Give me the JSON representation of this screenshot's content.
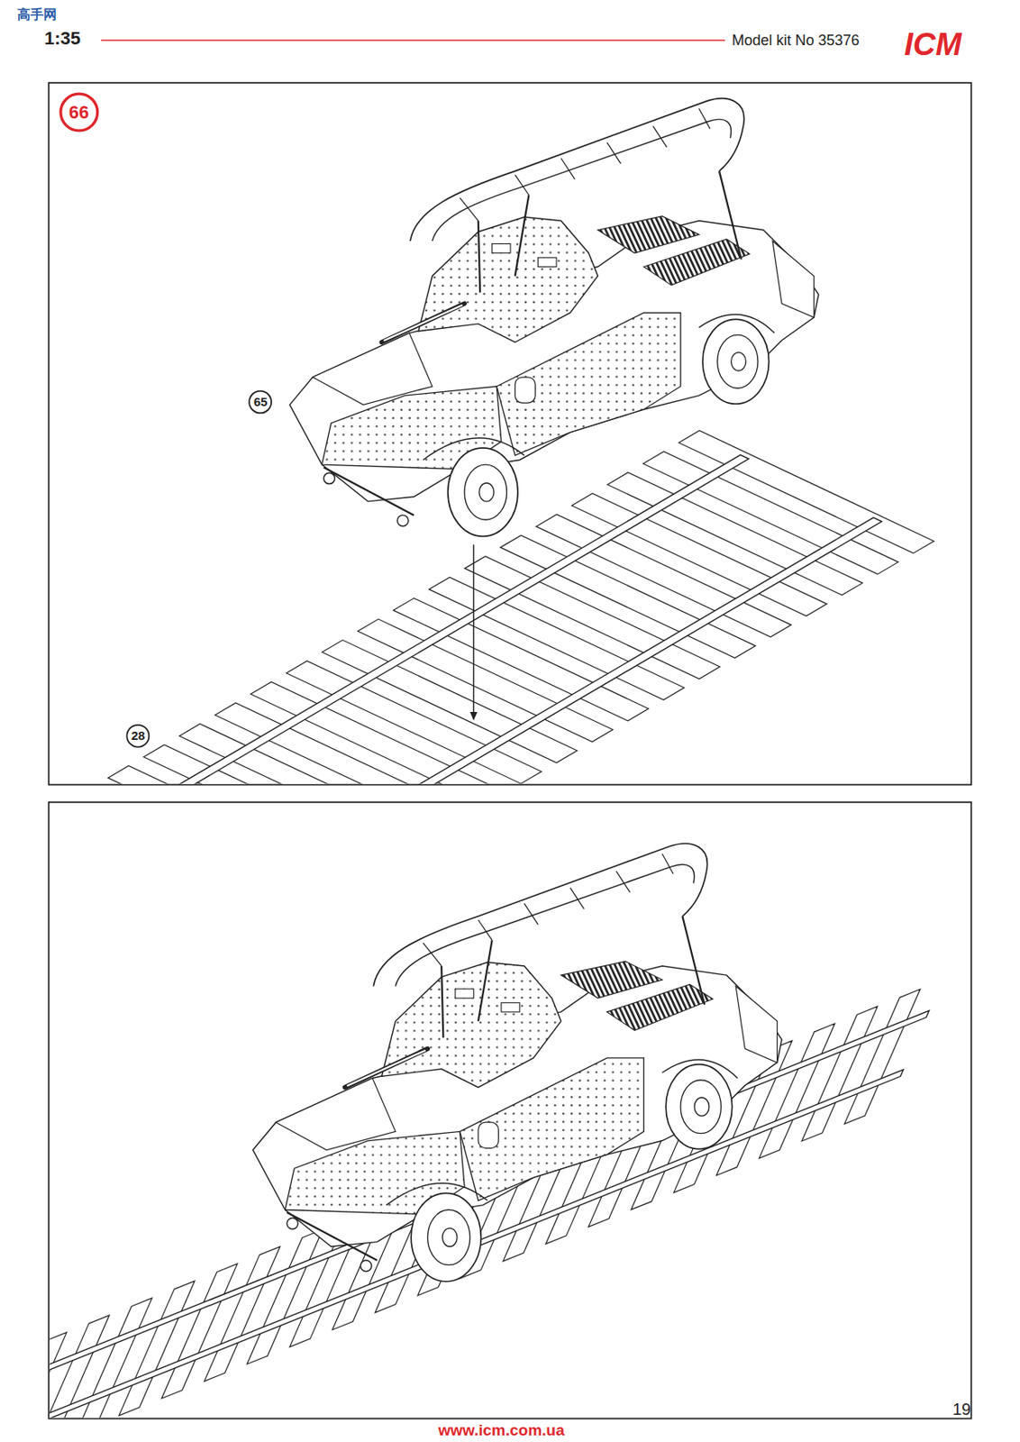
{
  "diagram": {
    "labels": [
      "高手网",
      "1:35",
      "Model kit No 35376",
      "ICM",
      "66",
      "65",
      "28",
      "www.icm.com.ua",
      "19"
    ]
  }
}
